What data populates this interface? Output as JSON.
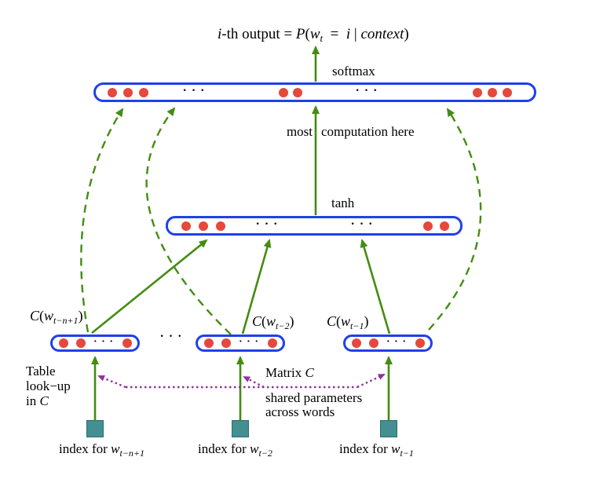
{
  "colors": {
    "arrow_green": "#448c12",
    "layer_border_blue": "#1f41e8",
    "neuron_red": "#e5483c",
    "input_teal": "#438f91",
    "shared_purple": "#9231a0",
    "text": "#000000"
  },
  "title": {
    "var_i": "i",
    "th_output": "-th output = ",
    "var_P": "P",
    "open": "(",
    "var_w": "w",
    "sub_t": "t",
    "equals": "  =  ",
    "var_i2": "i",
    "bar": " | ",
    "var_context": "context",
    "close": ")"
  },
  "softmax_label": "softmax",
  "most_left": "most",
  "most_right": "computation here",
  "tanh_label": "tanh",
  "ellipsis": "· · ·",
  "embedding_labels": [
    {
      "fn": "C",
      "open": "(",
      "w": "w",
      "sub": "t−n+1",
      "close": ")"
    },
    {
      "fn": "C",
      "open": "(",
      "w": "w",
      "sub": "t−2",
      "close": ")"
    },
    {
      "fn": "C",
      "open": "(",
      "w": "w",
      "sub": "t−1",
      "close": ")"
    }
  ],
  "table_lookup": {
    "line1": "Table",
    "line2": "look−up",
    "line3_text": "in ",
    "line3_var": "C"
  },
  "matrix_annotation": {
    "text": "Matrix ",
    "var": "C"
  },
  "shared_line1": "shared parameters",
  "shared_line2": "across words",
  "index_labels": [
    {
      "text": "index for ",
      "w": "w",
      "sub": "t−n+1"
    },
    {
      "text": "index for ",
      "w": "w",
      "sub": "t−2"
    },
    {
      "text": "index for ",
      "w": "w",
      "sub": "t−1"
    }
  ]
}
